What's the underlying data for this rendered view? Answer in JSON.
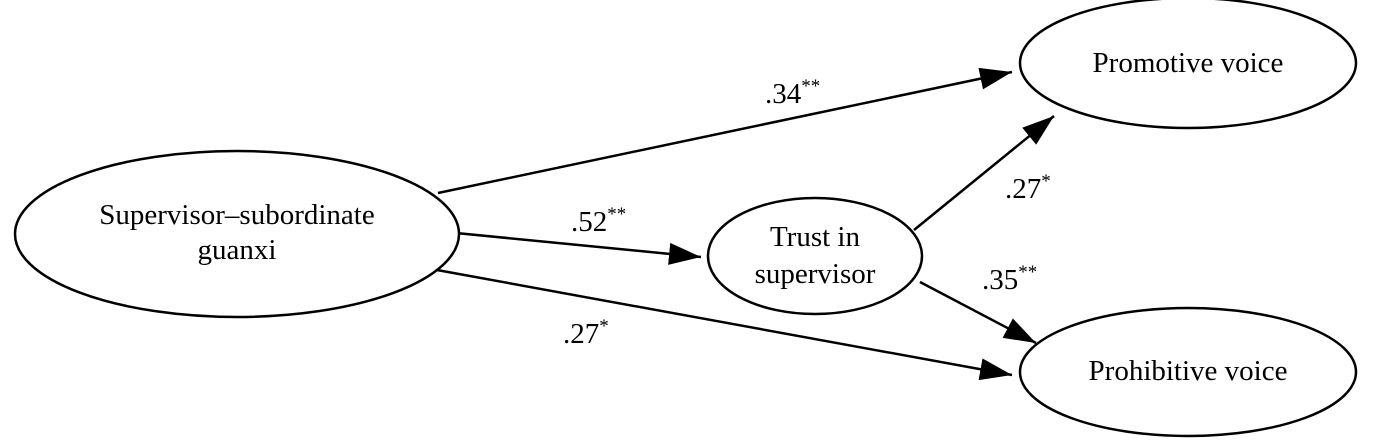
{
  "nodes": {
    "guanxi": {
      "line1": "Supervisor–subordinate",
      "line2": "guanxi"
    },
    "trust": {
      "line1": "Trust in",
      "line2": "supervisor"
    },
    "promotive": {
      "label": "Promotive voice"
    },
    "prohibitive": {
      "label": "Prohibitive voice"
    }
  },
  "paths": {
    "guanxi_to_promotive": {
      "coef": ".34",
      "sig": "**"
    },
    "guanxi_to_trust": {
      "coef": ".52",
      "sig": "**"
    },
    "guanxi_to_prohibitive": {
      "coef": ".27",
      "sig": "*"
    },
    "trust_to_promotive": {
      "coef": ".27",
      "sig": "*"
    },
    "trust_to_prohibitive": {
      "coef": ".35",
      "sig": "**"
    }
  },
  "colors": {
    "stroke": "#000000",
    "fill": "#ffffff",
    "text": "#000000"
  }
}
